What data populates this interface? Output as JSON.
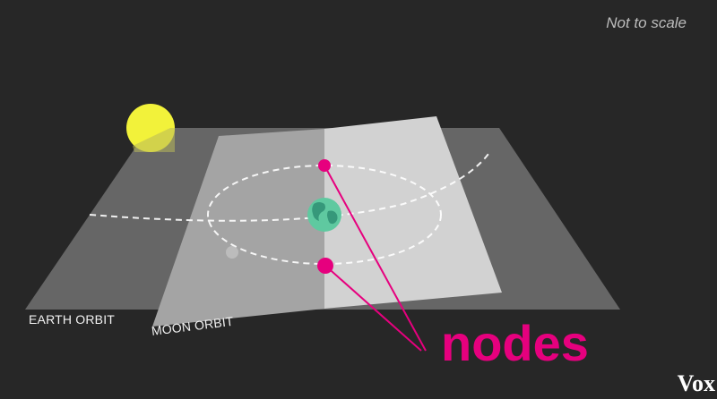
{
  "labels": {
    "scale_note": "Not to scale",
    "earth_orbit": "EARTH ORBIT",
    "moon_orbit": "MOON ORBIT",
    "nodes": "nodes",
    "brand": "Vox"
  },
  "colors": {
    "background": "#272727",
    "sun": "#f2f23a",
    "earth": "#5fc9a0",
    "node": "#e6007e",
    "earth_plane": "#6e6e6e",
    "moon_plane_left": "#a4a4a4",
    "moon_plane_right": "#d2d2d2"
  },
  "icons": {
    "sun": "sun-icon",
    "earth": "earth-icon",
    "moon": "moon-icon",
    "nodes": "node-point-icon"
  }
}
